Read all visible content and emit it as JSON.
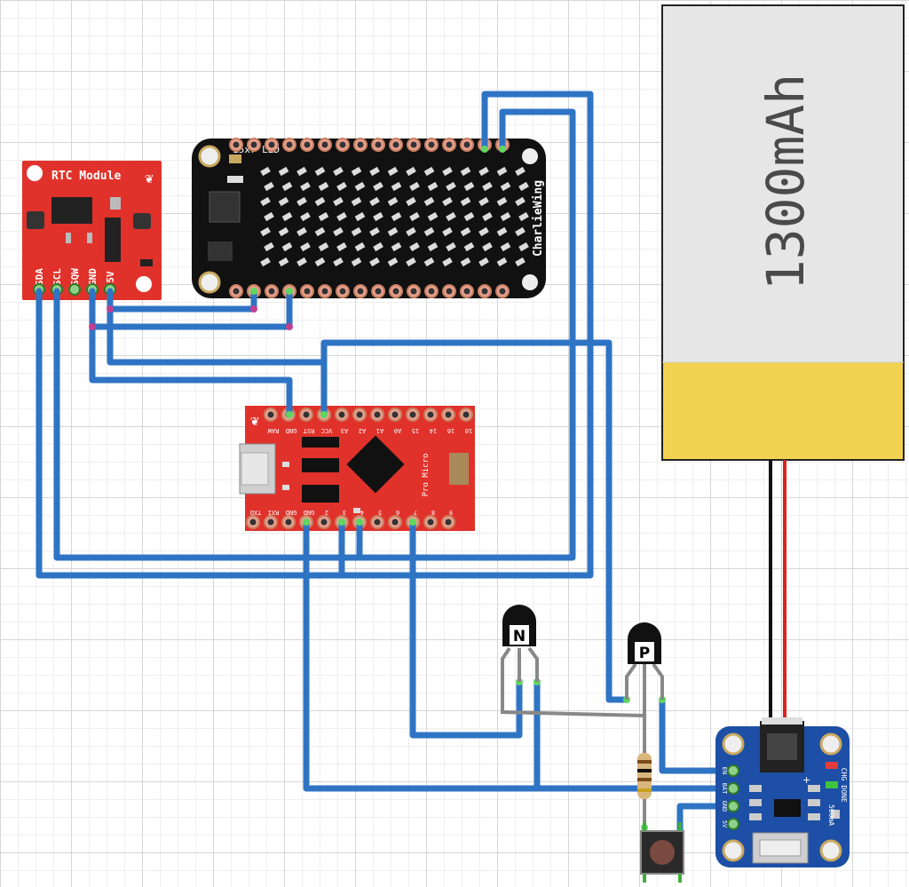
{
  "rtc": {
    "title": "RTC Module",
    "pins": [
      "SDA",
      "SCL",
      "SQW",
      "GND",
      "5V"
    ]
  },
  "charliewing": {
    "title": "15x7 LED",
    "side_label": "CharlieWing"
  },
  "pro_micro": {
    "name": "Pro Micro",
    "top_pins": [
      "RAW",
      "GND",
      "RST",
      "VCC",
      "A3",
      "A2",
      "A1",
      "A0",
      "15",
      "14",
      "16",
      "10"
    ],
    "bottom_pins": [
      "TXO",
      "RXI",
      "GND",
      "GND",
      "2",
      "3",
      "4",
      "5",
      "6",
      "7",
      "8",
      "9"
    ]
  },
  "battery": {
    "capacity": "1300mAh"
  },
  "transistors": [
    {
      "type": "N"
    },
    {
      "type": "P"
    }
  ],
  "charger": {
    "pins": [
      "EN",
      "BAT",
      "GND",
      "5V"
    ],
    "led_labels": [
      "CHG",
      "DONE"
    ],
    "current_label": "500mA",
    "plus_label": "+"
  },
  "colors": {
    "wire": "#2f74c4",
    "sparkfun_red": "#e0322b",
    "charger_blue": "#1c4fa5",
    "battery_body": "#e6e6e6",
    "battery_band": "#f2d250",
    "battery_red_lead": "#dd2222",
    "battery_black_lead": "#111111"
  }
}
